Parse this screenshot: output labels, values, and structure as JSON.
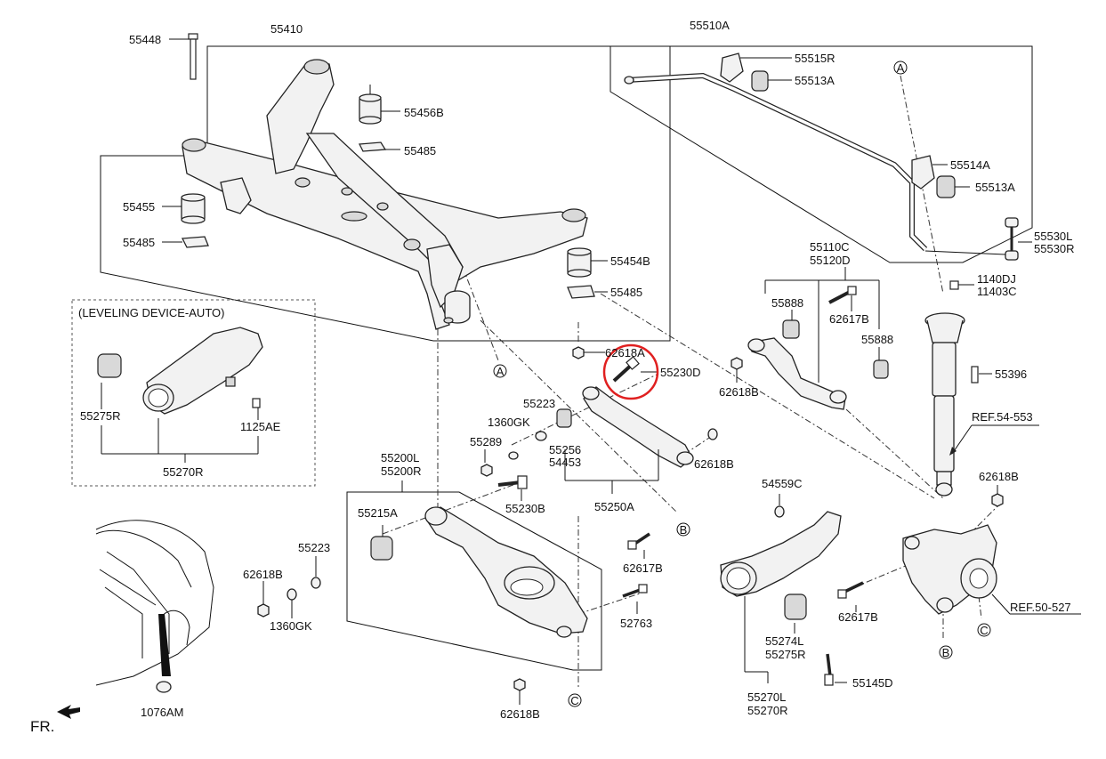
{
  "diagram": {
    "circle_refs": [
      "A",
      "A",
      "B",
      "B",
      "C",
      "C"
    ],
    "direction_label": "FR.",
    "parts": {
      "p55448": "55448",
      "p55410": "55410",
      "p55456B": "55456B",
      "p55485_top": "55485",
      "p55455": "55455",
      "p55485_left": "55485",
      "p55454B": "55454B",
      "p55485_right": "55485",
      "p62618A": "62618A",
      "p55230D": "55230D",
      "p55510A": "55510A",
      "p55515R": "55515R",
      "p55513A_top": "55513A",
      "p55514A": "55514A",
      "p55513A_mid": "55513A",
      "p55530L": "55530L",
      "p55530R": "55530R",
      "p1140DJ": "1140DJ",
      "p11403C": "11403C",
      "p55110C": "55110C",
      "p55120D": "55120D",
      "p55888_a": "55888",
      "p62617B_a": "62617B",
      "p55888_b": "55888",
      "p62618B_a": "62618B",
      "p55396": "55396",
      "ref54": "REF.54-553",
      "p62618B_b": "62618B",
      "leveling_title": "(LEVELING DEVICE-AUTO)",
      "p55275R_a": "55275R",
      "p1125AE": "1125AE",
      "p55270R_a": "55270R",
      "p55223_a": "55223",
      "p1360GK_a": "1360GK",
      "p55289": "55289",
      "p55256": "55256",
      "p54453": "54453",
      "p62618B_c": "62618B",
      "p55250A": "55250A",
      "p55200L": "55200L",
      "p55200R": "55200R",
      "p55230B": "55230B",
      "p55215A": "55215A",
      "p55223_b": "55223",
      "p62618B_d": "62618B",
      "p1360GK_b": "1360GK",
      "p62617B_b": "62617B",
      "p52763": "52763",
      "p62618B_e": "62618B",
      "p1076AM": "1076AM",
      "p54559C": "54559C",
      "p62617B_c": "62617B",
      "ref50": "REF.50-527",
      "p55274L": "55274L",
      "p55275R_b": "55275R",
      "p55145D": "55145D",
      "p55270L": "55270L",
      "p55270R_b": "55270R"
    },
    "highlight_color": "#e02020"
  }
}
